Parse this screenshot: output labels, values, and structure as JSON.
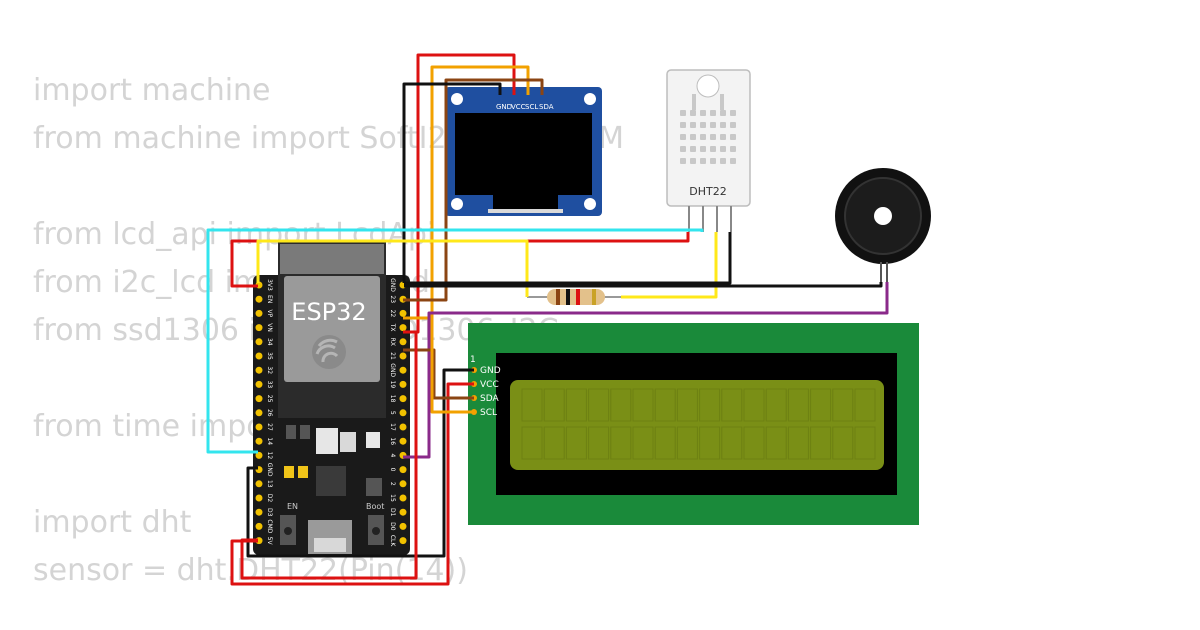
{
  "code_lines": [
    "import machine",
    "from machine import SoftI2C, Pin, PWM",
    "",
    "from lcd_api import LcdApi",
    "from i2c_lcd import I2cLcd",
    "from ssd1306 import SSD1306_I2C",
    "",
    "from time import sleep",
    "",
    "import dht",
    "sensor = dht.DHT22(Pin(14))"
  ],
  "esp32": {
    "label": "ESP32",
    "en_label": "EN",
    "boot_label": "Boot",
    "left_pins": [
      "3V3",
      "EN",
      "VP",
      "VN",
      "34",
      "35",
      "32",
      "33",
      "25",
      "26",
      "27",
      "14",
      "12",
      "GND",
      "13",
      "D2",
      "D3",
      "CMD",
      "5V"
    ],
    "right_pins": [
      "GND",
      "23",
      "22",
      "TX",
      "RX",
      "21",
      "GND",
      "19",
      "18",
      "5",
      "17",
      "16",
      "4",
      "0",
      "2",
      "15",
      "D1",
      "D0",
      "CLK"
    ]
  },
  "oled": {
    "pins": [
      "GND",
      "VCC",
      "SCL",
      "SDA"
    ]
  },
  "dht22": {
    "label": "DHT22"
  },
  "lcd": {
    "pin_one": "1",
    "pins": [
      "GND",
      "VCC",
      "SDA",
      "SCL"
    ]
  },
  "colors": {
    "board": "#1a1a1a",
    "oled_pcb": "#1f4fa0",
    "lcd_pcb": "#1a8a3a",
    "lcd_screen": "#7a8f16",
    "wire_red": "#dd1111",
    "wire_orange": "#f2a100",
    "wire_black": "#111111",
    "wire_brown": "#8b4513",
    "wire_cyan": "#33e5ee",
    "wire_yellow": "#ffe81a",
    "wire_purple": "#8a2a8a"
  },
  "icons": [
    "espressif-logo-icon",
    "buzzer-icon",
    "resistor-icon"
  ]
}
